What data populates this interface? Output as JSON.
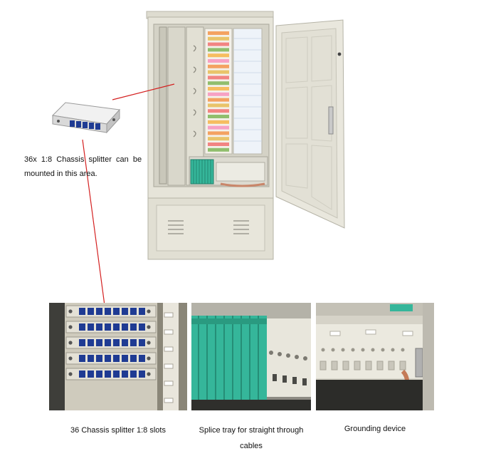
{
  "main_note": {
    "line1": "36x  1:8  Chassis  splitter  can  be",
    "line2": "mounted in this area."
  },
  "captions": {
    "slots": "36 Chassis splitter 1:8 slots",
    "splice_line1": "Splice tray for straight through",
    "splice_line2": "cables",
    "grounding": "Grounding device"
  },
  "colors": {
    "leader_line": "#d42020",
    "cabinet_body": "#e6e4d9",
    "splice_tray": "#35b69a",
    "adapter_blue": "#1f3b93"
  }
}
